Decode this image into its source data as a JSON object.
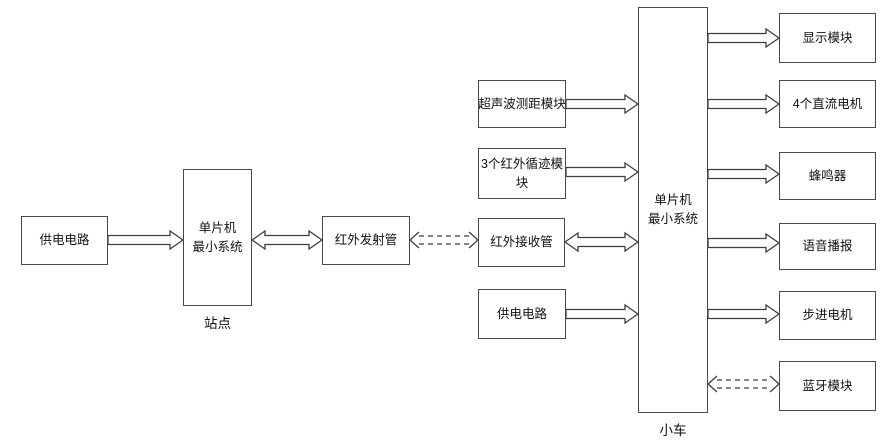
{
  "colors": {
    "background": "#ffffff",
    "line": "#3f3f3f",
    "text": "#111111"
  },
  "station": {
    "power_box": "供电电路",
    "mcu_box": "单片机\n最小系统",
    "ir_transmitter_box": "红外发射管",
    "caption": "站点"
  },
  "car": {
    "ultrasonic_box": "超声波测距模块",
    "ir_tracking_box": "3个红外循迹模\n块",
    "ir_receiver_box": "红外接收管",
    "power_box": "供电电路",
    "mcu_box": "单片机\n最小系统",
    "display_box": "显示模块",
    "dc_motor_box": "4个直流电机",
    "buzzer_box": "蜂鸣器",
    "voice_box": "语音播报",
    "stepper_box": "步进电机",
    "bluetooth_box": "蓝牙模块",
    "caption": "小车"
  }
}
